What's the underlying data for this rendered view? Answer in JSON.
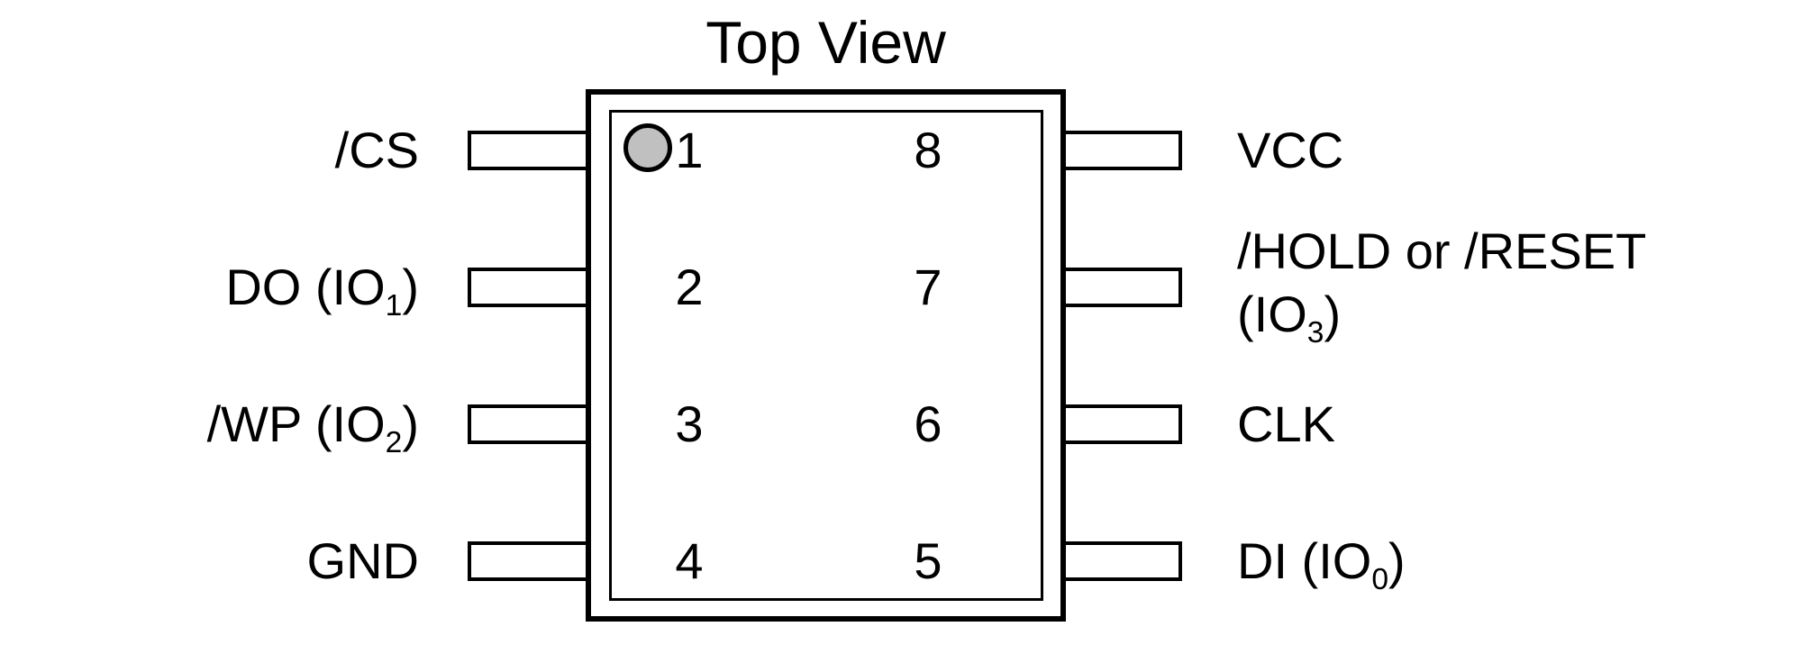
{
  "title": "Top View",
  "chip": {
    "pin_numbers_left": [
      "1",
      "2",
      "3",
      "4"
    ],
    "pin_numbers_right": [
      "8",
      "7",
      "6",
      "5"
    ]
  },
  "left_labels": [
    {
      "pin": "1",
      "pre": "/CS",
      "sub": "",
      "post": ""
    },
    {
      "pin": "2",
      "pre": "DO (IO",
      "sub": "1",
      "post": ")"
    },
    {
      "pin": "3",
      "pre": "/WP (IO",
      "sub": "2",
      "post": ")"
    },
    {
      "pin": "4",
      "pre": "GND",
      "sub": "",
      "post": ""
    }
  ],
  "right_labels": [
    {
      "pin": "8",
      "pre": "VCC",
      "sub": "",
      "post": ""
    },
    {
      "pin": "7",
      "line1": "/HOLD or /RESET",
      "line2_pre": "(IO",
      "line2_sub": "3",
      "line2_post": ")"
    },
    {
      "pin": "6",
      "pre": "CLK",
      "sub": "",
      "post": ""
    },
    {
      "pin": "5",
      "pre": "DI (IO",
      "sub": "0",
      "post": ")"
    }
  ],
  "pinout": [
    {
      "pin": "1",
      "name": "/CS"
    },
    {
      "pin": "2",
      "name": "DO (IO1)"
    },
    {
      "pin": "3",
      "name": "/WP (IO2)"
    },
    {
      "pin": "4",
      "name": "GND"
    },
    {
      "pin": "5",
      "name": "DI (IO0)"
    },
    {
      "pin": "6",
      "name": "CLK"
    },
    {
      "pin": "7",
      "name": "/HOLD or /RESET (IO3)"
    },
    {
      "pin": "8",
      "name": "VCC"
    }
  ],
  "colors": {
    "line": "#000000",
    "background": "#ffffff",
    "pin1_dot_fill": "#c0c0c0"
  }
}
